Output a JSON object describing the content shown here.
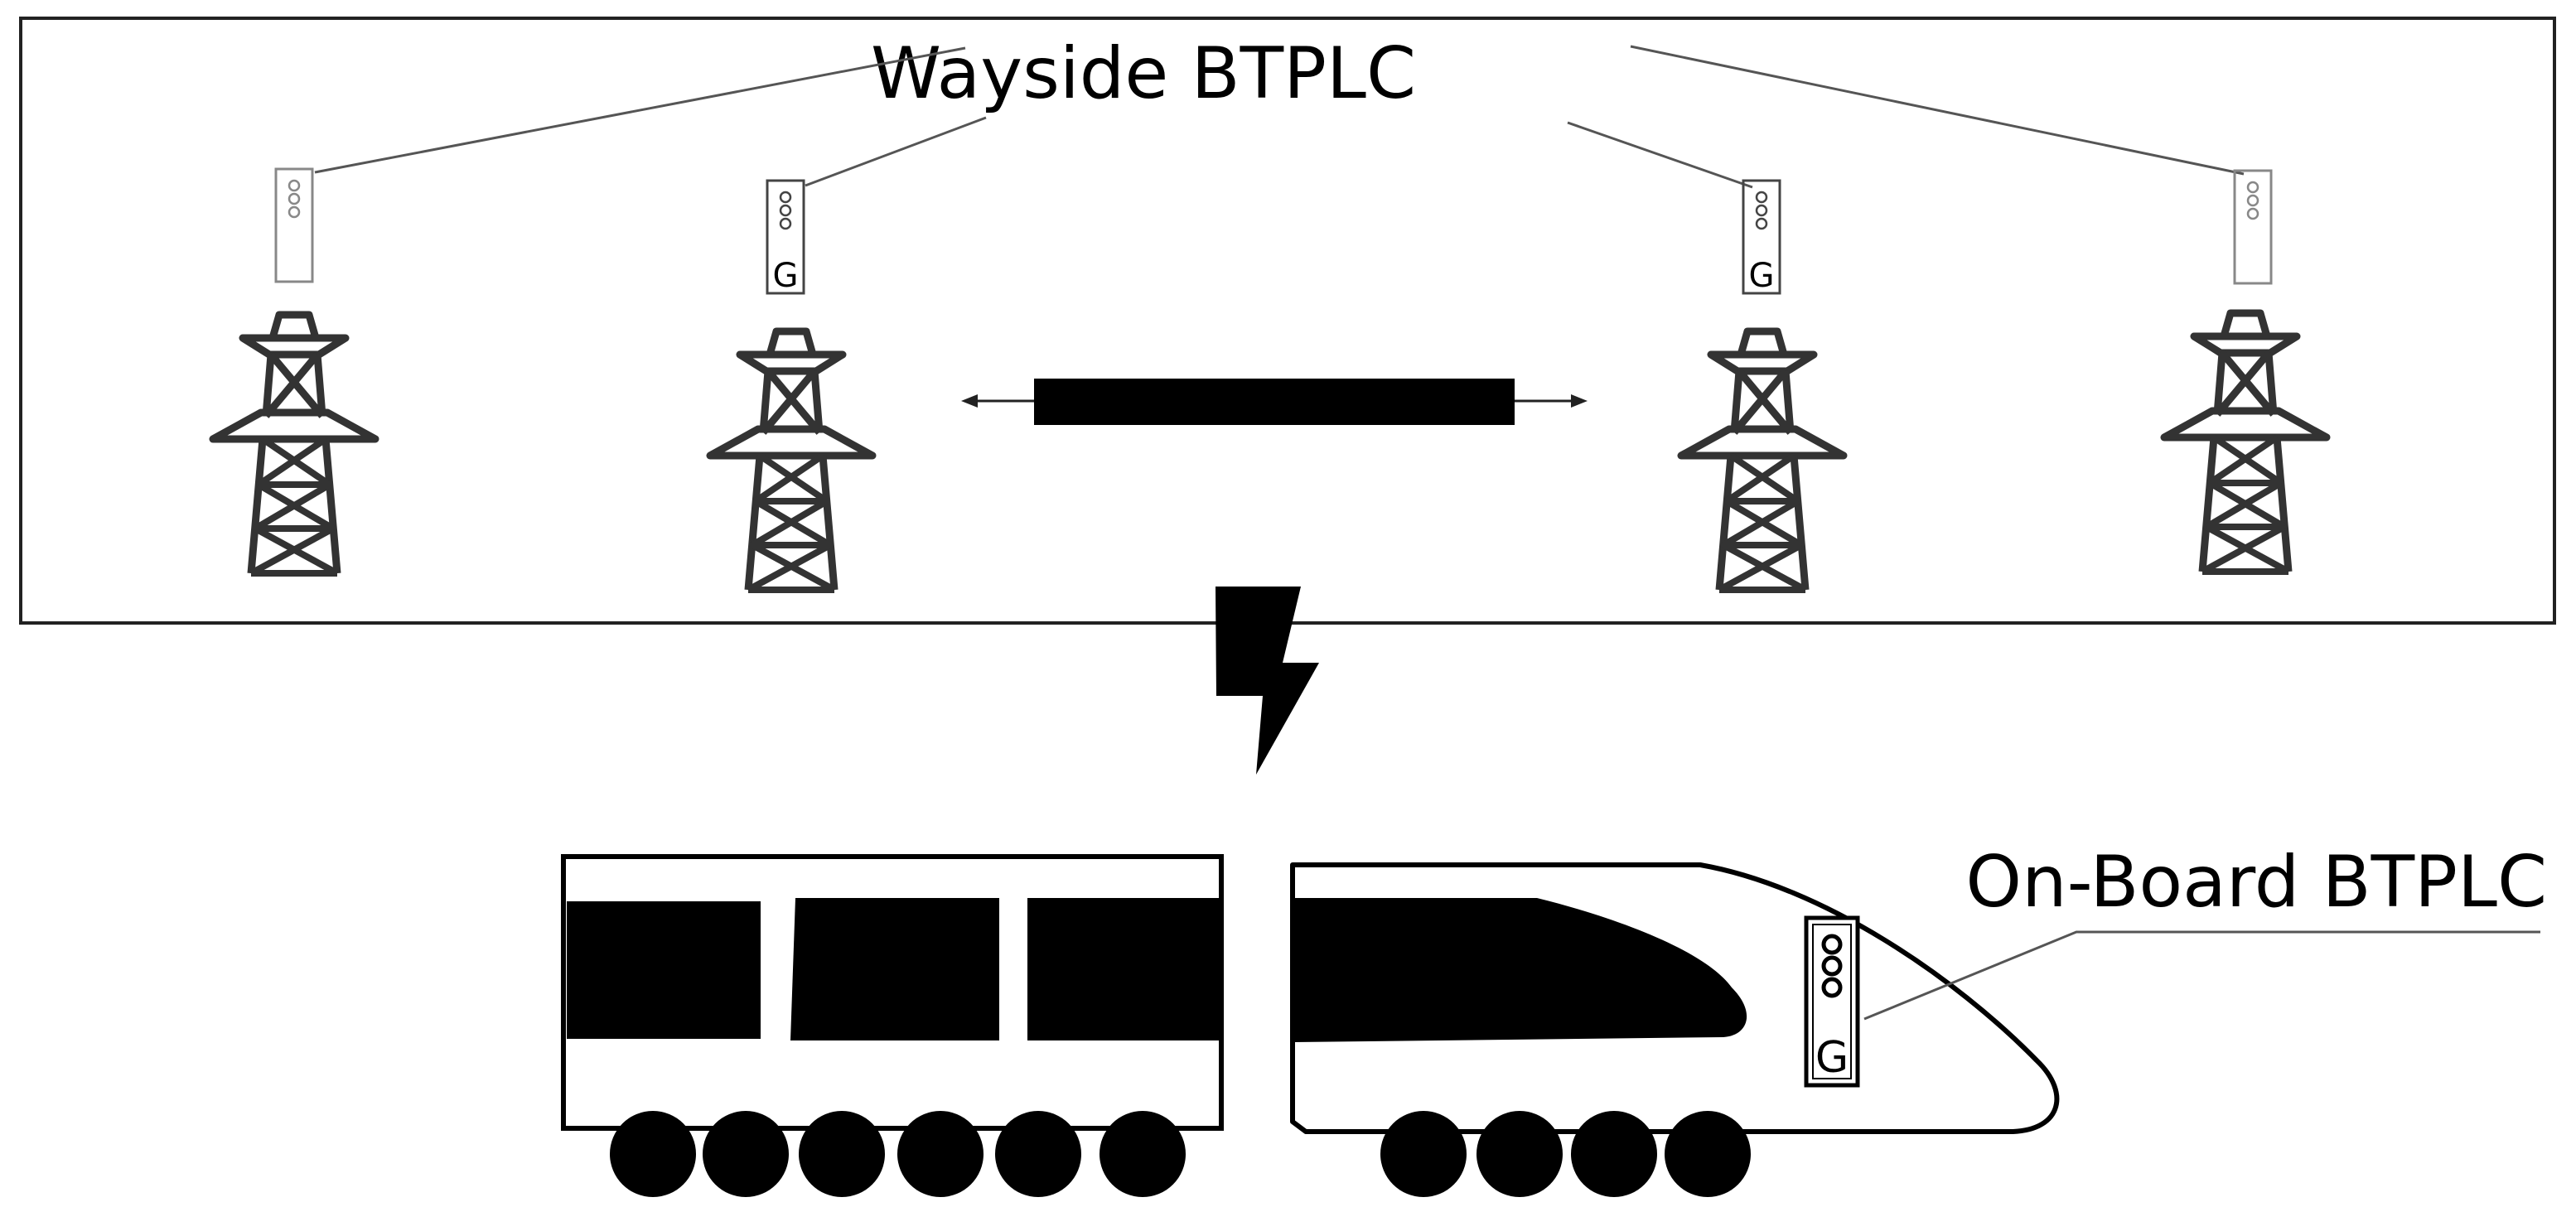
{
  "labels": {
    "wayside": "Wayside BTPLC",
    "onboard": "On-Board BTPLC",
    "g": "G"
  },
  "colors": {
    "ink": "#000000",
    "tower": "#333333",
    "faint": "#777777",
    "background": "#ffffff"
  },
  "devices": [
    {
      "id": "device-1",
      "shows_g_label": false
    },
    {
      "id": "device-2",
      "shows_g_label": true
    },
    {
      "id": "device-3",
      "shows_g_label": true
    },
    {
      "id": "device-4",
      "shows_g_label": false
    }
  ],
  "icons": [
    "transmission-tower-icon",
    "lightning-bolt-icon",
    "train-icon",
    "double-arrow-icon"
  ]
}
